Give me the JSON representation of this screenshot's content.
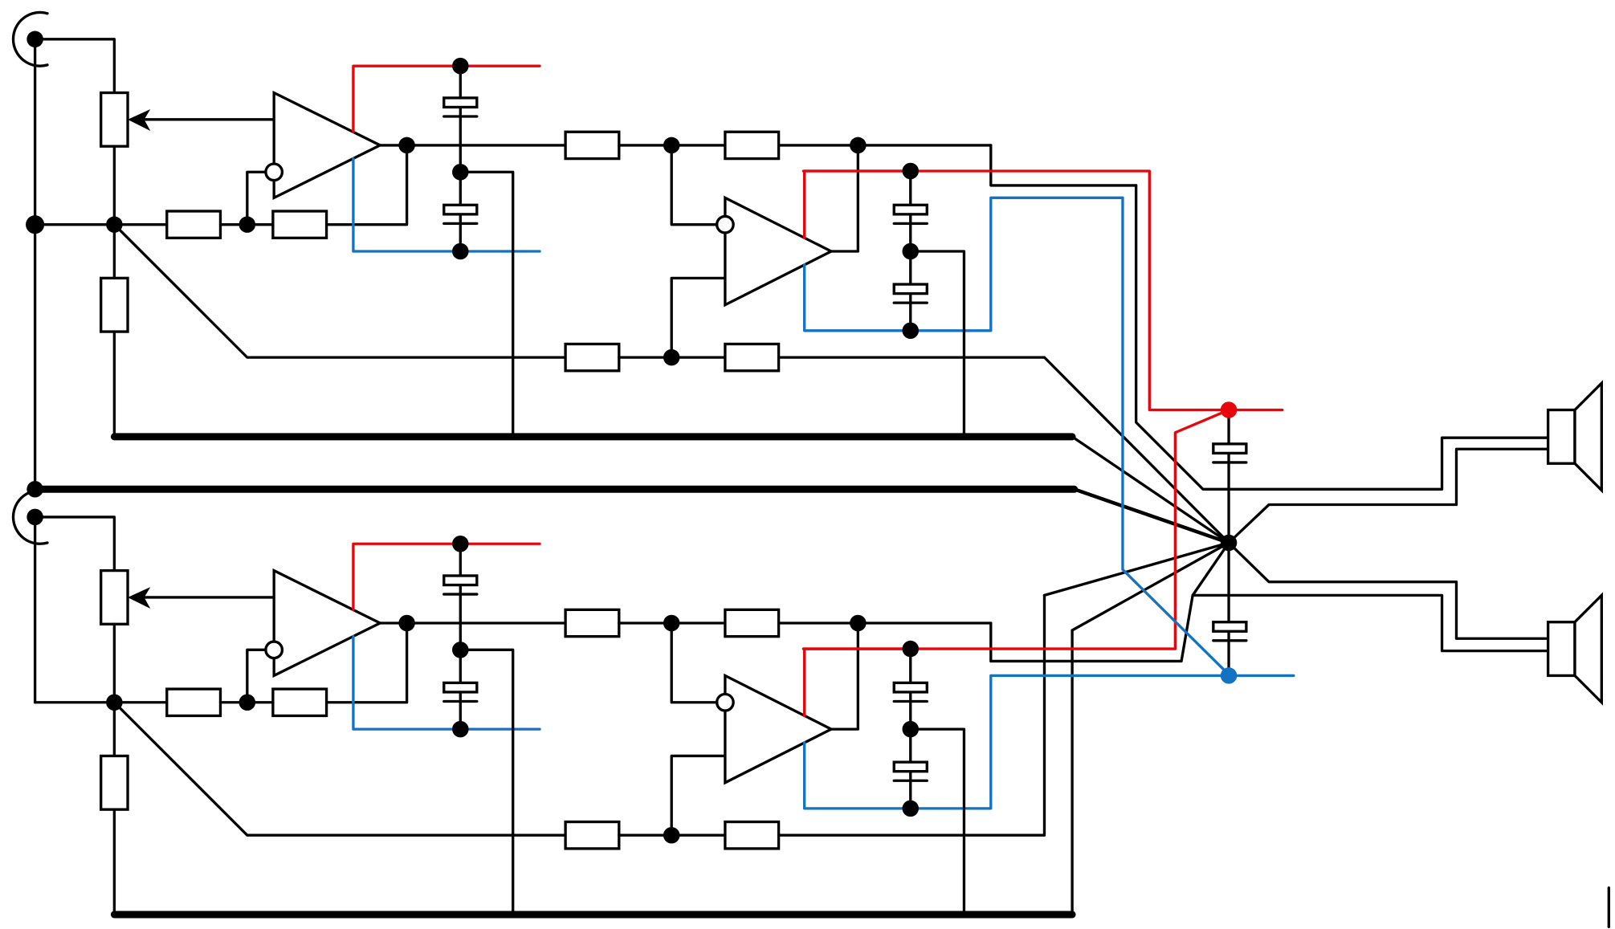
{
  "colors": {
    "wire": "#000000",
    "positive_rail": "#e8060c",
    "negative_rail": "#1372c1",
    "background": "#ffffff"
  },
  "diagram": {
    "type": "circuit-schematic",
    "channels": [
      {
        "id": "channel-1"
      },
      {
        "id": "channel-2"
      }
    ],
    "components": {
      "input_jack": "rca-input-icon",
      "potentiometer": "potentiometer-icon",
      "resistor": "resistor-icon",
      "capacitor": "capacitor-icon",
      "op_amp": "op-amp-icon",
      "speaker": "speaker-icon",
      "junction": "junction-dot-icon"
    }
  }
}
